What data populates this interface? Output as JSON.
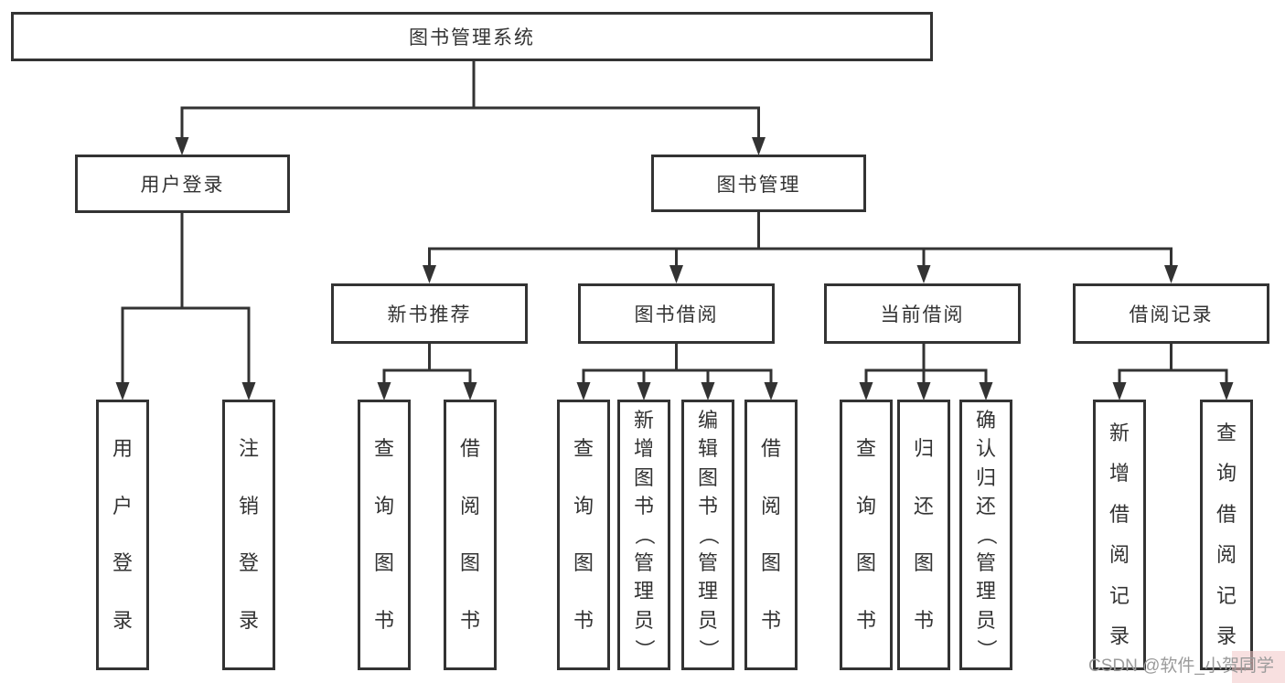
{
  "diagram": {
    "root": {
      "label": "图书管理系统"
    },
    "branches": [
      {
        "label": "用户登录",
        "children": [
          {
            "label": "用户登录"
          },
          {
            "label": "注销登录"
          }
        ]
      },
      {
        "label": "图书管理",
        "children": [
          {
            "label": "新书推荐",
            "children": [
              {
                "label": "查询图书"
              },
              {
                "label": "借阅图书"
              }
            ]
          },
          {
            "label": "图书借阅",
            "children": [
              {
                "label": "查询图书"
              },
              {
                "label": "新增图书（管理员）"
              },
              {
                "label": "编辑图书（管理员）"
              },
              {
                "label": "借阅图书"
              }
            ]
          },
          {
            "label": "当前借阅",
            "children": [
              {
                "label": "查询图书"
              },
              {
                "label": "归还图书"
              },
              {
                "label": "确认归还（管理员）"
              }
            ]
          },
          {
            "label": "借阅记录",
            "children": [
              {
                "label": "新增借阅记录"
              },
              {
                "label": "查询借阅记录"
              }
            ]
          }
        ]
      }
    ]
  },
  "watermark": {
    "text": "CSDN @软件_小贺同学"
  },
  "colors": {
    "line": "#333333",
    "box_border": "#333333",
    "text": "#333333",
    "background": "#ffffff",
    "watermark_text": "#9b9b9b",
    "watermark_highlight": "#f3c6c6"
  }
}
